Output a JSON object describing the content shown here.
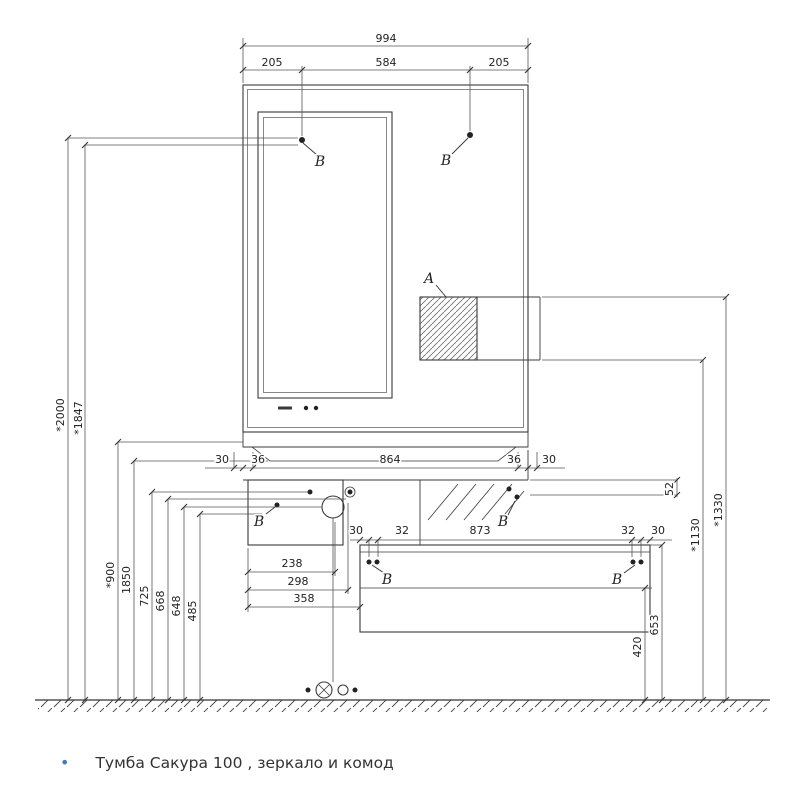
{
  "caption": {
    "bullet": "•",
    "text": "Тумба Сакура 100 , зеркало и комод"
  },
  "callouts": {
    "a": "А",
    "b": "В"
  },
  "dims": {
    "total_width": "994",
    "seg_205l": "205",
    "seg_584": "584",
    "seg_205r": "205",
    "h2000": "*2000",
    "h1847": "*1847",
    "h900": "*900",
    "h1850": "1850",
    "h725": "725",
    "h668": "668",
    "h648": "648",
    "h485": "485",
    "row1_30l": "30",
    "row1_36l": "36",
    "row1_864": "864",
    "row1_36r": "36",
    "row1_30r": "30",
    "w238": "238",
    "w298": "298",
    "w358": "358",
    "row2_30l": "30",
    "row2_32l": "32",
    "row2_873": "873",
    "row2_32r": "32",
    "row2_30r": "30",
    "h52": "52",
    "h1130": "*1130",
    "h1330": "*1330",
    "h653": "653",
    "h420": "420"
  }
}
